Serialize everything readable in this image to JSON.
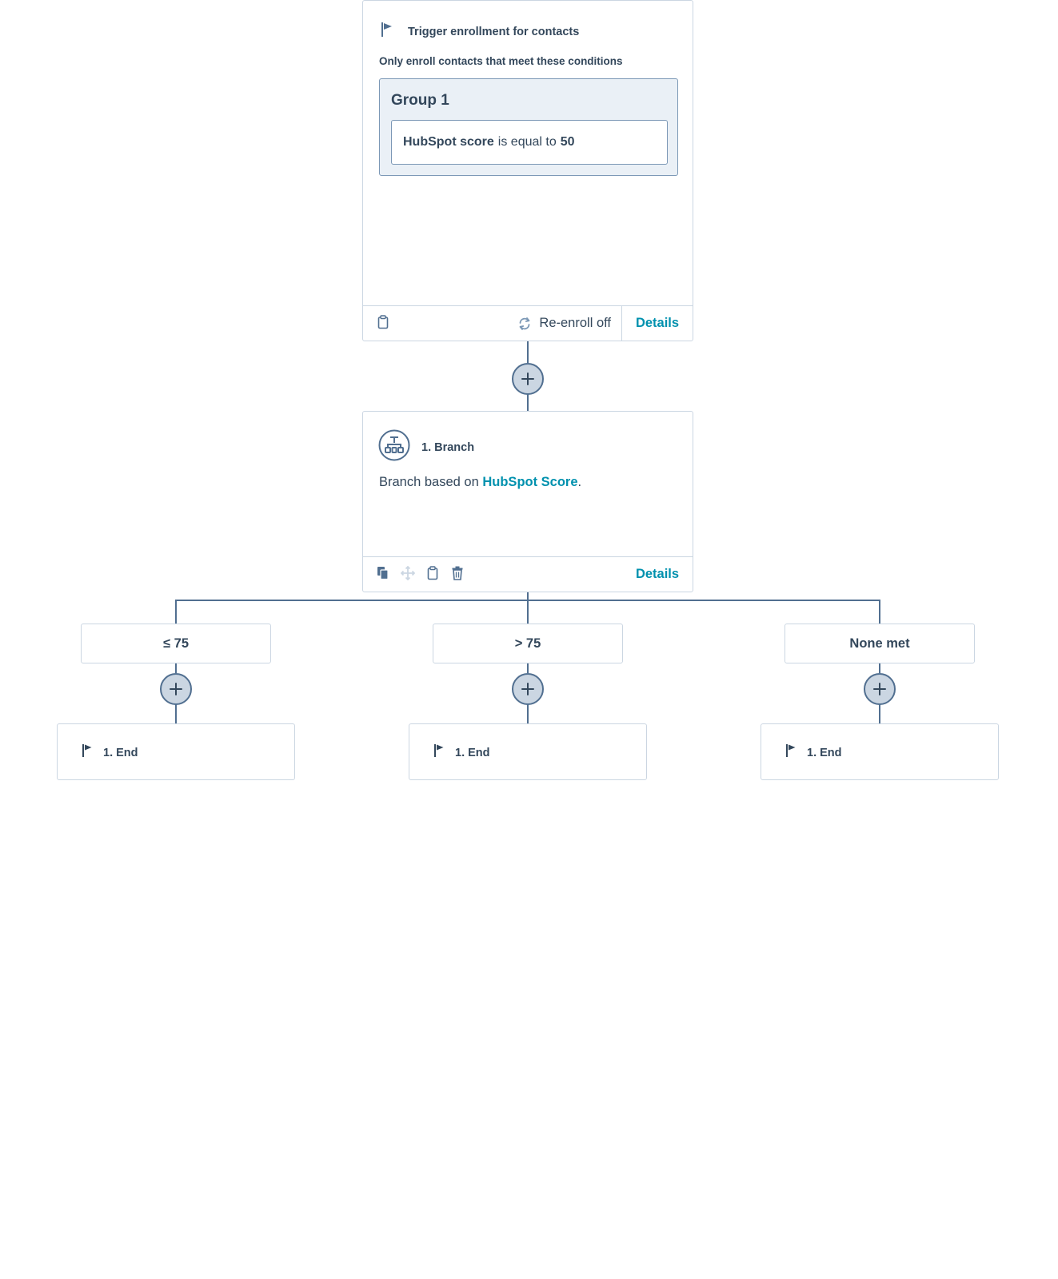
{
  "trigger": {
    "title": "Trigger enrollment for contacts",
    "subtitle": "Only enroll contacts that meet these conditions",
    "group": {
      "title": "Group 1",
      "filter": {
        "property": "HubSpot score",
        "operator": "is equal to",
        "value": "50"
      }
    },
    "footer": {
      "reenroll_label": "Re-enroll off",
      "details_label": "Details"
    }
  },
  "branch_action": {
    "title": "1. Branch",
    "description_prefix": "Branch based on",
    "description_link": "HubSpot Score",
    "description_suffix": ".",
    "footer": {
      "details_label": "Details"
    }
  },
  "branches": [
    {
      "label": "≤ 75",
      "end_label": "1. End"
    },
    {
      "label": "> 75",
      "end_label": "1. End"
    },
    {
      "label": "None met",
      "end_label": "1. End"
    }
  ],
  "colors": {
    "text": "#33475b",
    "connector": "#516f90",
    "border": "#cbd6e2",
    "group_bg": "#eaf0f6",
    "link": "#0091ae"
  },
  "icons": {
    "trigger": "flag-icon",
    "branch": "branch-icon",
    "end": "flag-icon",
    "add": "plus-icon",
    "reenroll": "refresh-icon",
    "clipboard": "clipboard-icon",
    "copy": "copy-icon",
    "move": "move-icon",
    "delete": "trash-icon"
  }
}
